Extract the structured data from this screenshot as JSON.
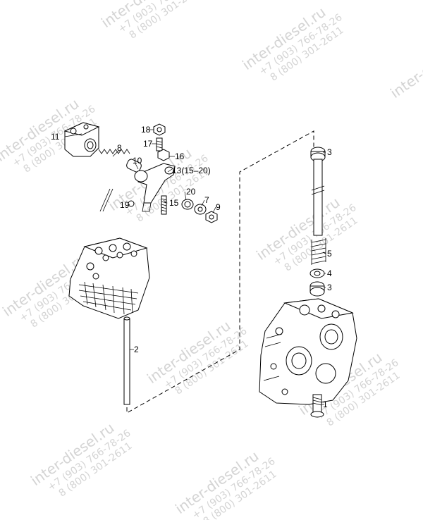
{
  "callouts": {
    "c1": "1",
    "c2": "2",
    "c3a": "3",
    "c3b": "3",
    "c4": "4",
    "c5": "5",
    "c7": "7",
    "c8": "8",
    "c9": "9",
    "c10": "10",
    "c11": "11",
    "c13": "13(15–20)",
    "c15": "15",
    "c16": "16",
    "c17": "17",
    "c18": "18",
    "c19": "19",
    "c20": "20"
  },
  "watermark": {
    "site": "inter-diesel.ru",
    "phone1": "+7 (903) 766-78-26",
    "phone2": "8 (800) 301-2611"
  }
}
